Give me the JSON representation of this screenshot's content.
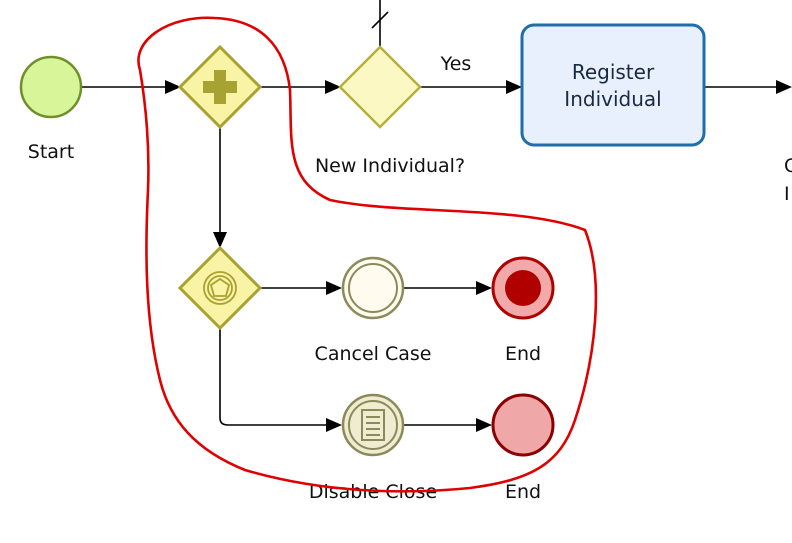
{
  "diagram": {
    "start": {
      "label": "Start",
      "color": "#d9f59a",
      "stroke": "#6f8f2a"
    },
    "gateway_parallel": {
      "icon": "plus-icon",
      "fill": "#f9f3a6",
      "stroke": "#a8a232"
    },
    "gateway_decision": {
      "label": "New Individual?",
      "fill": "#fbf8c4",
      "stroke": "#b5b03a"
    },
    "flow_yes_label": "Yes",
    "task_register": {
      "line1": "Register",
      "line2": "Individual",
      "fill": "#e9f0fd",
      "stroke": "#1e6ea8"
    },
    "gateway_event": {
      "icon": "pentagon-icon",
      "fill": "#f9f3a6",
      "stroke": "#a8a232"
    },
    "intermediate_cancel": {
      "label": "Cancel Case",
      "fill": "#fffbee",
      "stroke": "#8b8a5a"
    },
    "end_cancel": {
      "label": "End",
      "fill": "#b00000",
      "ring": "#f2a9a9"
    },
    "intermediate_disable": {
      "label": "Disable Close",
      "icon": "document-icon",
      "fill": "#f0ecd2",
      "stroke": "#8b8a5a"
    },
    "end_disable": {
      "label": "End",
      "fill": "#f0a7a7",
      "stroke": "#8b0000"
    },
    "partial_label_1": "C",
    "partial_label_2": "I",
    "highlight_color": "#e00000"
  }
}
